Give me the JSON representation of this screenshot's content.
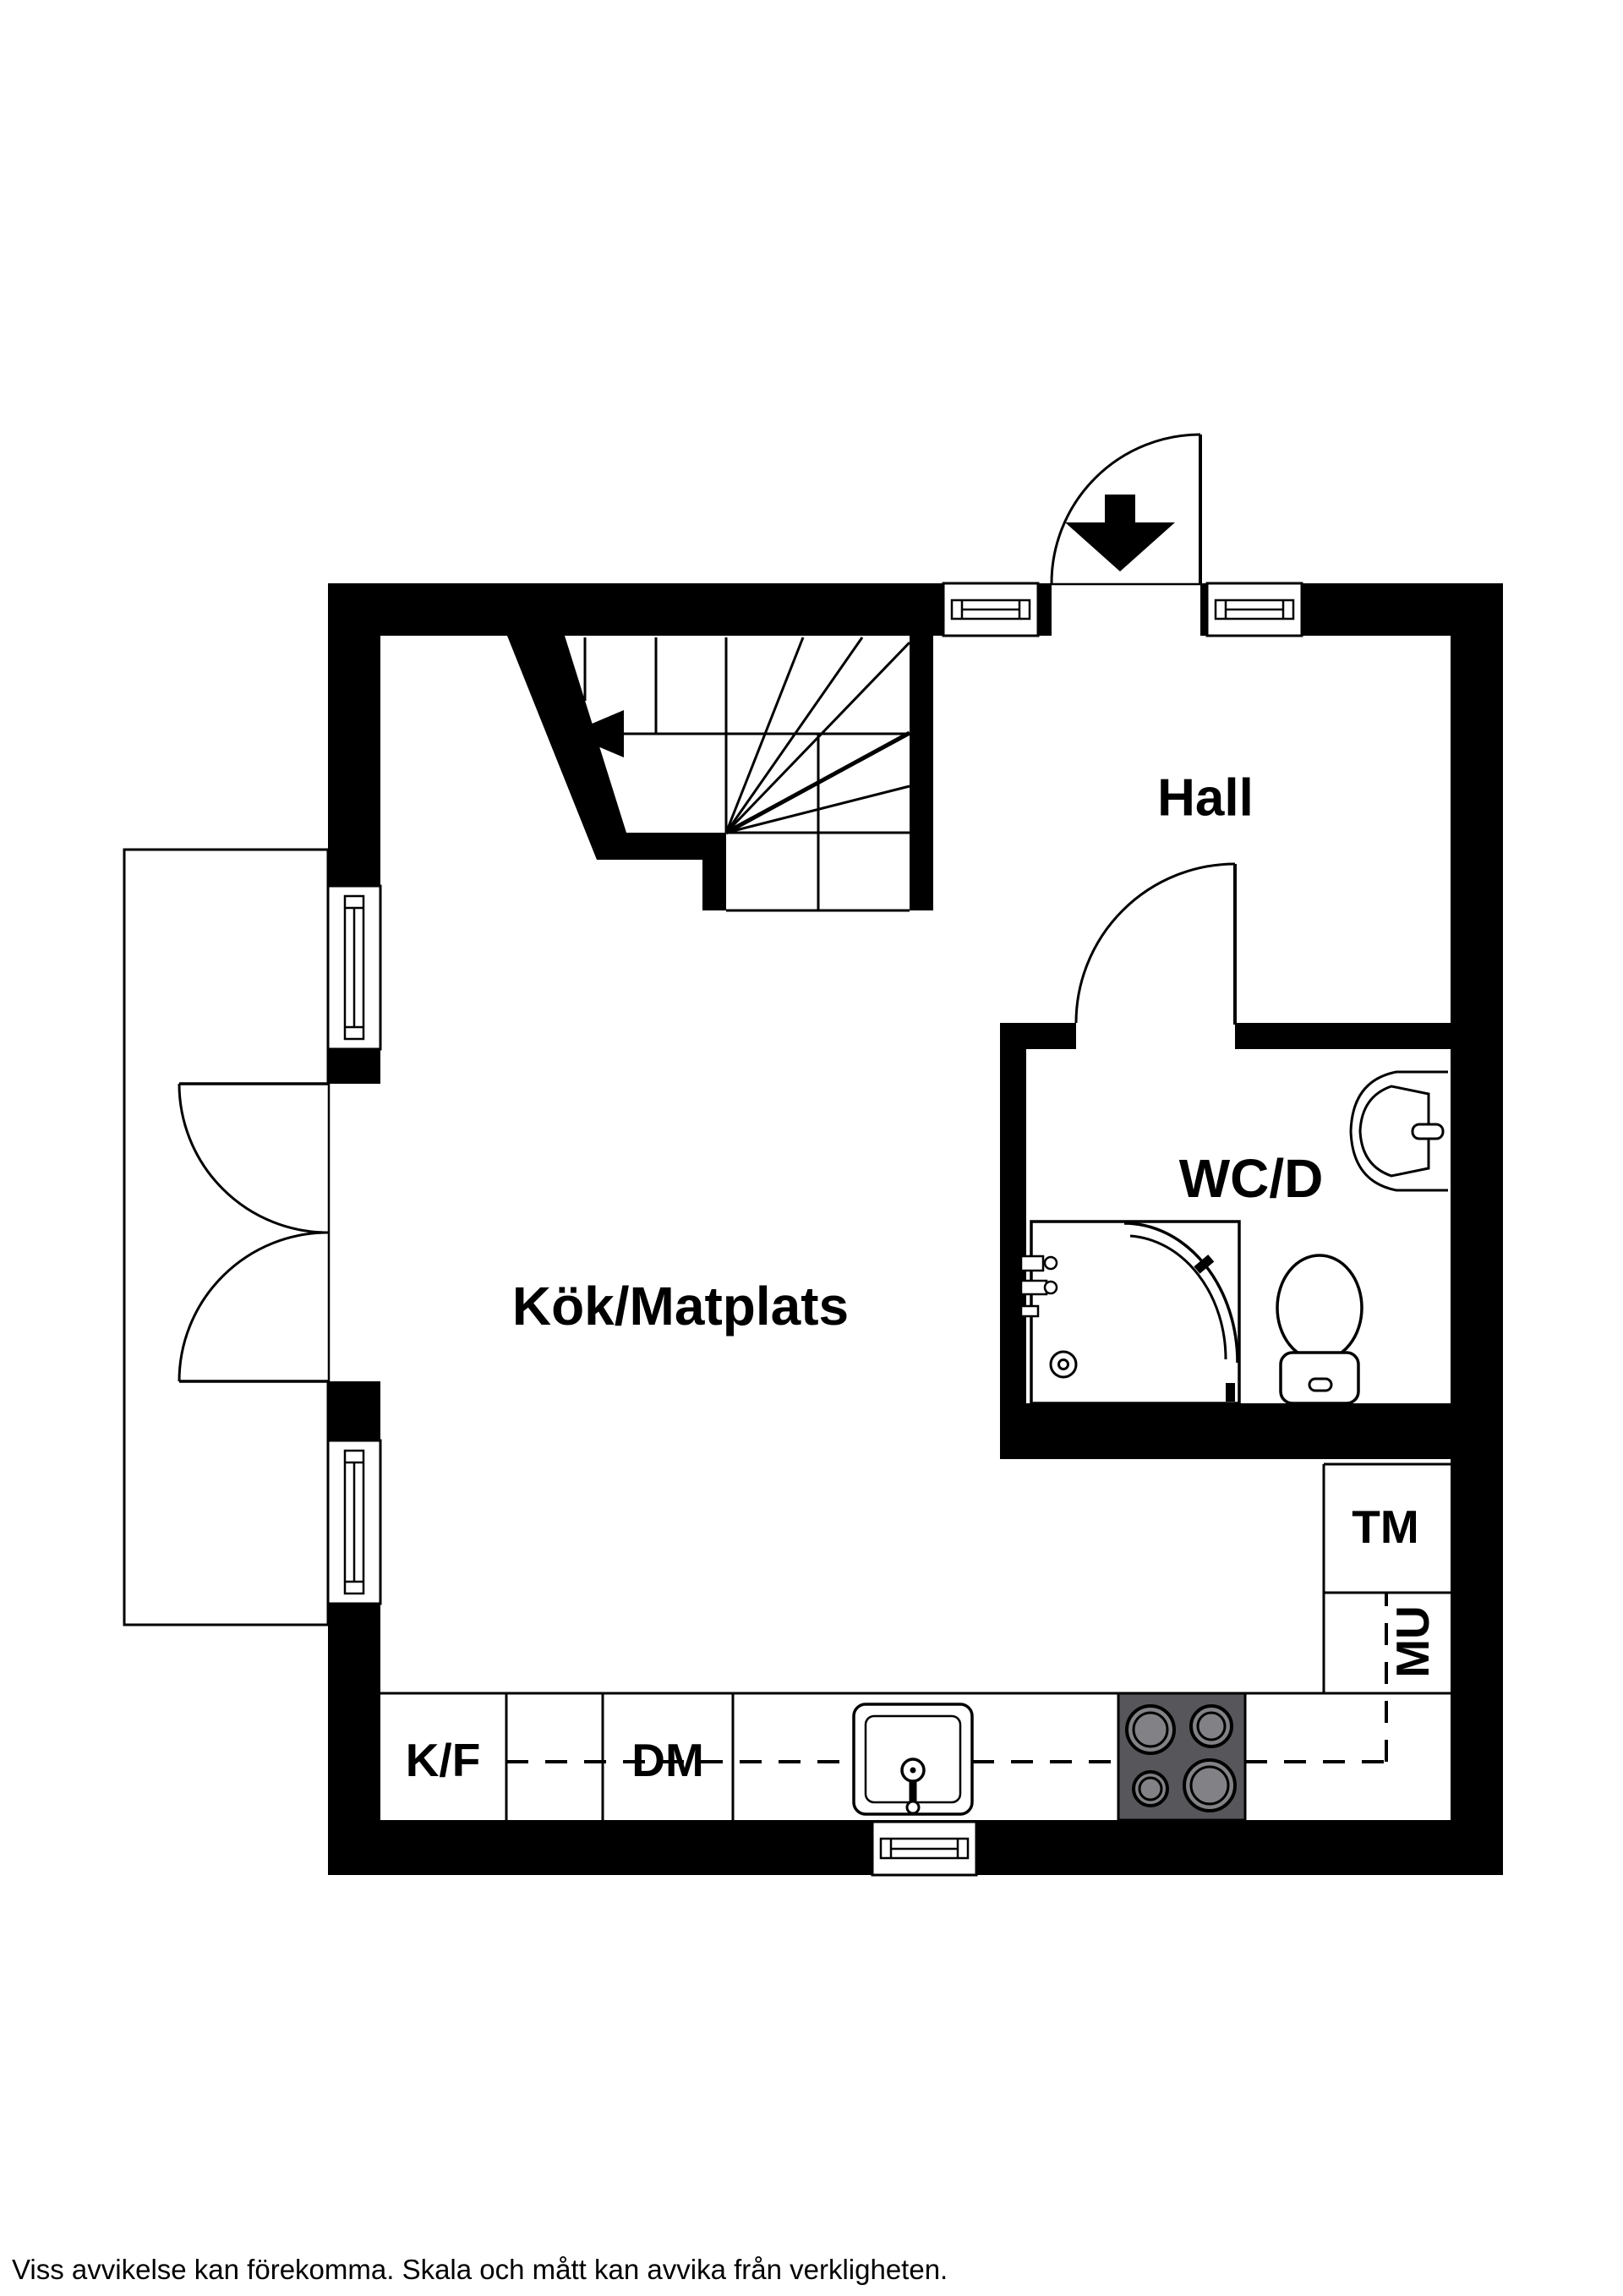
{
  "floorplan": {
    "rooms": [
      {
        "name": "kitchen-dining",
        "label": "Kök/Matplats"
      },
      {
        "name": "hallway",
        "label": "Hall"
      },
      {
        "name": "bathroom-shower",
        "label": "WC/D"
      }
    ],
    "appliances": [
      {
        "name": "fridge-freezer",
        "label": "K/F"
      },
      {
        "name": "dishwasher",
        "label": "DM"
      },
      {
        "name": "washing-machine",
        "label": "TM"
      },
      {
        "name": "microwave-oven",
        "label": "MU"
      }
    ],
    "colors": {
      "wall": "#000000",
      "background": "#ffffff",
      "stove_body": "#57575b",
      "burner": "#828286"
    }
  },
  "footer": {
    "disclaimer": "Viss avvikelse kan förekomma. Skala och mått kan avvika från verkligheten."
  }
}
